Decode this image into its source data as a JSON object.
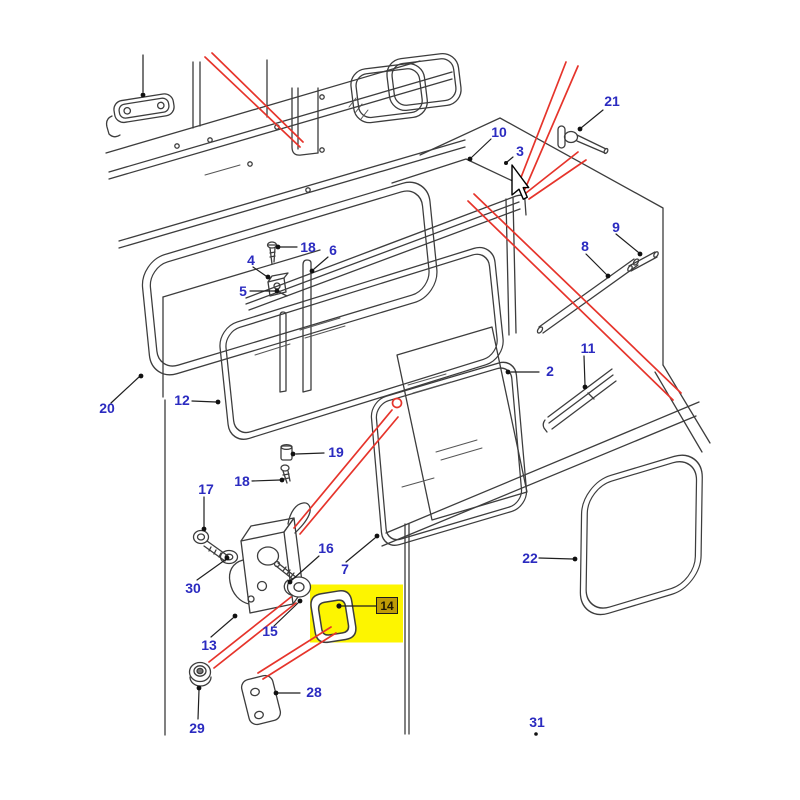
{
  "diagram": {
    "title": "exploded-parts-diagram",
    "background_color": "#ffffff",
    "line_color": "#3d3d3d",
    "label_color": "#2b2bc0",
    "red_line_color": "#e6342b",
    "highlight": {
      "fill": "#fdf500",
      "badge_text": "14",
      "badge_bg": "#bf9b06",
      "badge_border": "#1b1b1b",
      "badge_text_color": "#1f1800"
    },
    "callouts": [
      {
        "text": "21"
      },
      {
        "text": "10"
      },
      {
        "text": "3"
      },
      {
        "text": "9"
      },
      {
        "text": "8"
      },
      {
        "text": "18"
      },
      {
        "text": "6"
      },
      {
        "text": "4"
      },
      {
        "text": "5"
      },
      {
        "text": "2"
      },
      {
        "text": "11"
      },
      {
        "text": "20"
      },
      {
        "text": "12"
      },
      {
        "text": "19"
      },
      {
        "text": "18"
      },
      {
        "text": "17"
      },
      {
        "text": "30"
      },
      {
        "text": "16"
      },
      {
        "text": "7"
      },
      {
        "text": "13"
      },
      {
        "text": "15"
      },
      {
        "text": "14"
      },
      {
        "text": "29"
      },
      {
        "text": "28"
      },
      {
        "text": "22"
      },
      {
        "text": "31"
      }
    ]
  }
}
